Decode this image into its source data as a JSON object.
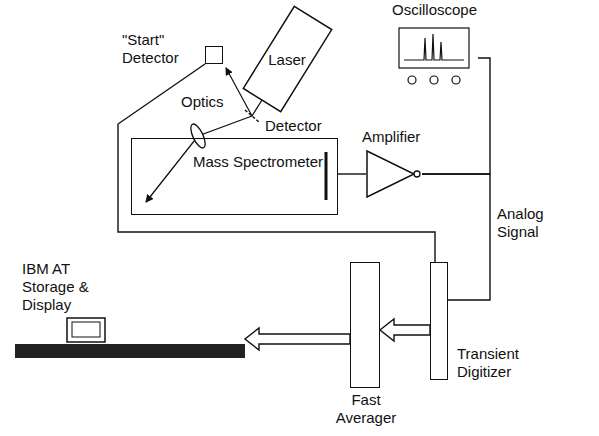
{
  "diagram": {
    "nodes": [
      {
        "text": [
          "\"Start\" Detector"
        ]
      },
      {
        "text": [
          "Laser"
        ]
      },
      {
        "text": [
          "Oscilloscope"
        ]
      },
      {
        "text": [
          "Mass Spectrometer"
        ]
      },
      {
        "text": [
          "Amplifier"
        ]
      },
      {
        "text": [
          "IBM AT Storage & Display"
        ]
      },
      {
        "text": [
          "Fast Averager"
        ]
      },
      {
        "text": [
          "Transient Digitizer"
        ]
      }
    ],
    "edges": [
      {
        "from": 3,
        "to": 4,
        "arrow": "none"
      },
      {
        "from": 4,
        "to": 2,
        "arrow": "none"
      },
      {
        "from": 4,
        "to": 7,
        "label": "Analog Signal",
        "arrow": "none"
      },
      {
        "from": 0,
        "to": 7,
        "arrow": "none"
      },
      {
        "from": 7,
        "to": 6,
        "arrow": "to"
      },
      {
        "from": 6,
        "to": 5,
        "arrow": "to"
      }
    ],
    "labels": [
      "Optics",
      "Detector"
    ]
  }
}
